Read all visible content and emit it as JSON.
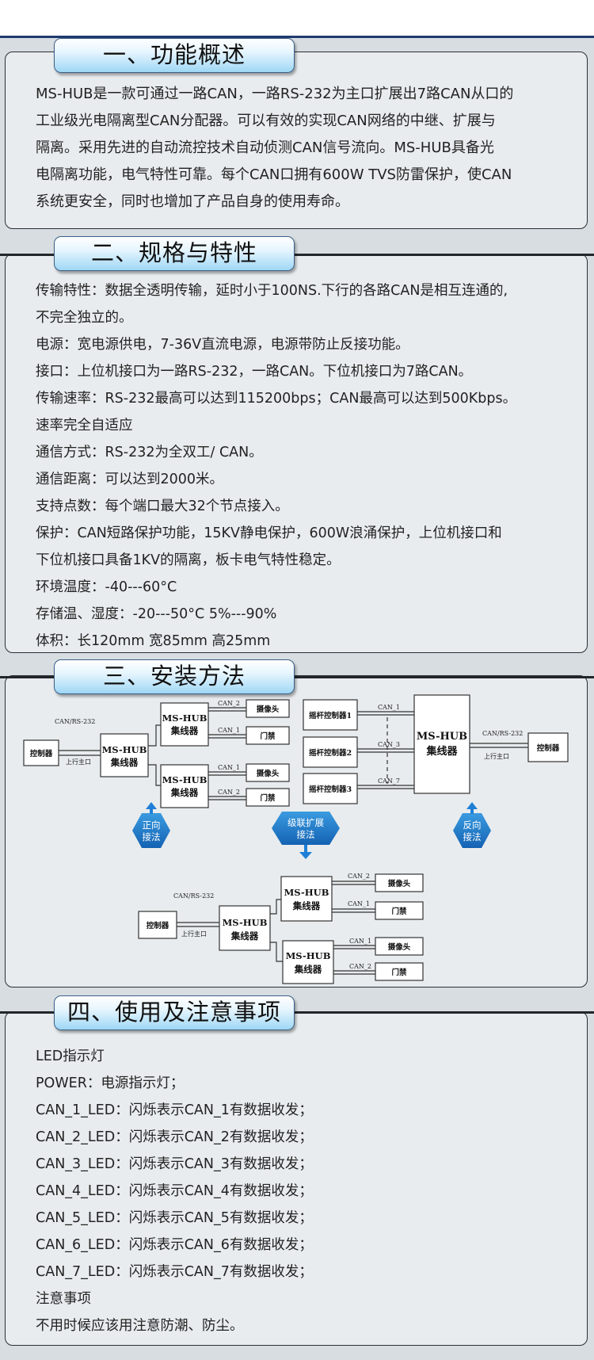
{
  "sections": [
    {
      "title": "一、功能概述",
      "lines": [
        "MS-HUB是一款可通过一路CAN，一路RS-232为主口扩展出7路CAN从口的",
        "工业级光电隔离型CAN分配器。可以有效的实现CAN网络的中继、扩展与",
        "隔离。采用先进的自动流控技术自动侦测CAN信号流向。MS-HUB具备光",
        "电隔离功能，电气特性可靠。每个CAN口拥有600W TVS防雷保护，使CAN",
        "系统更安全，同时也增加了产品自身的使用寿命。"
      ]
    },
    {
      "title": "二、规格与特性",
      "lines": [
        "传输特性：数据全透明传输，延时小于100NS.下行的各路CAN是相互连通的,",
        "不完全独立的。",
        "电源：宽电源供电，7-36V直流电源，电源带防止反接功能。",
        "接口：上位机接口为一路RS-232，一路CAN。下位机接口为7路CAN。",
        "传输速率：RS-232最高可以达到115200bps；CAN最高可以达到500Kbps。",
        "速率完全自适应",
        "通信方式：RS-232为全双工/ CAN。",
        "通信距离：可以达到2000米。",
        "支持点数：每个端口最大32个节点接入。",
        "保护：CAN短路保护功能，15KV静电保护，600W浪涌保护，上位机接口和",
        "下位机接口具备1KV的隔离，板卡电气特性稳定。",
        "环境温度：-40---60°C",
        "存储温、湿度：-20---50°C  5%---90%",
        "体积：长120mm 宽85mm 高25mm"
      ]
    },
    {
      "title": "三、安装方法"
    },
    {
      "title": "四、使用及注意事项",
      "lines": [
        "LED指示灯",
        "POWER：电源指示灯；",
        "CAN_1_LED：闪烁表示CAN_1有数据收发；",
        "CAN_2_LED：闪烁表示CAN_2有数据收发；",
        "CAN_3_LED：闪烁表示CAN_3有数据收发；",
        "CAN_4_LED：闪烁表示CAN_4有数据收发；",
        "CAN_5_LED：闪烁表示CAN_5有数据收发；",
        "CAN_6_LED：闪烁表示CAN_6有数据收发；",
        "CAN_7_LED：闪烁表示CAN_7有数据收发；",
        "注意事项",
        "不用时候应该用注意防潮、防尘。"
      ]
    }
  ],
  "diagram": {
    "hub": [
      "MS-HUB",
      "集线器"
    ],
    "controller": "控制器",
    "camera": "摄像头",
    "door": "门禁",
    "uplink": "上行主口",
    "can_rs232": "CAN/RS-232",
    "can1": "CAN_1",
    "can2": "CAN_2",
    "can3": "CAN_3",
    "can7": "CAN_7",
    "joystick1": "摇杆控制器1",
    "joystick2": "摇杆控制器2",
    "joystick3": "摇杆控制器3",
    "forward": [
      "正向",
      "接法"
    ],
    "cascade": [
      "级联扩展",
      "接法"
    ],
    "reverse": [
      "反向",
      "接法"
    ]
  }
}
